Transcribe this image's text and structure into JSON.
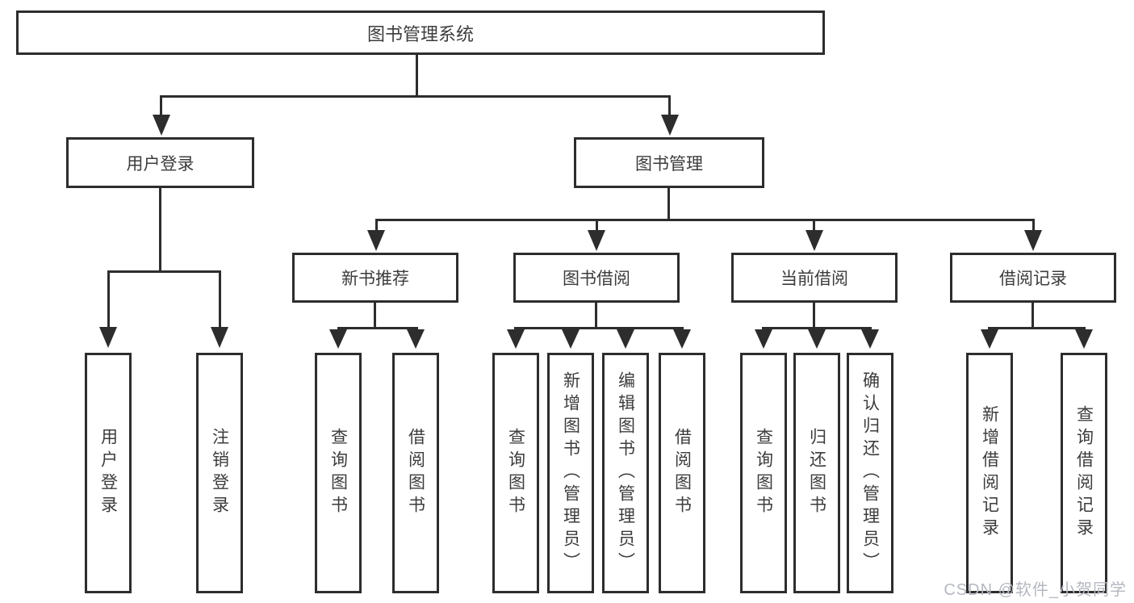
{
  "diagram": {
    "root": {
      "label": "图书管理系统"
    },
    "branches": [
      {
        "label": "用户登录",
        "children": [
          {
            "label": "用户登录"
          },
          {
            "label": "注销登录"
          }
        ]
      },
      {
        "label": "图书管理",
        "children": [
          {
            "label": "新书推荐",
            "children": [
              {
                "label": "查询图书"
              },
              {
                "label": "借阅图书"
              }
            ]
          },
          {
            "label": "图书借阅",
            "children": [
              {
                "label": "查询图书"
              },
              {
                "label": "新增图书（管理员）"
              },
              {
                "label": "编辑图书（管理员）"
              },
              {
                "label": "借阅图书"
              }
            ]
          },
          {
            "label": "当前借阅",
            "children": [
              {
                "label": "查询图书"
              },
              {
                "label": "归还图书"
              },
              {
                "label": "确认归还（管理员）"
              }
            ]
          },
          {
            "label": "借阅记录",
            "children": [
              {
                "label": "新增借阅记录"
              },
              {
                "label": "查询借阅记录"
              }
            ]
          }
        ]
      }
    ]
  },
  "watermark": {
    "text": "CSDN @软件_小贺同学"
  },
  "colors": {
    "line": "#2d2d2d",
    "text": "#3c3c3c",
    "watermark": "#b4b8c0",
    "background": "#ffffff"
  }
}
